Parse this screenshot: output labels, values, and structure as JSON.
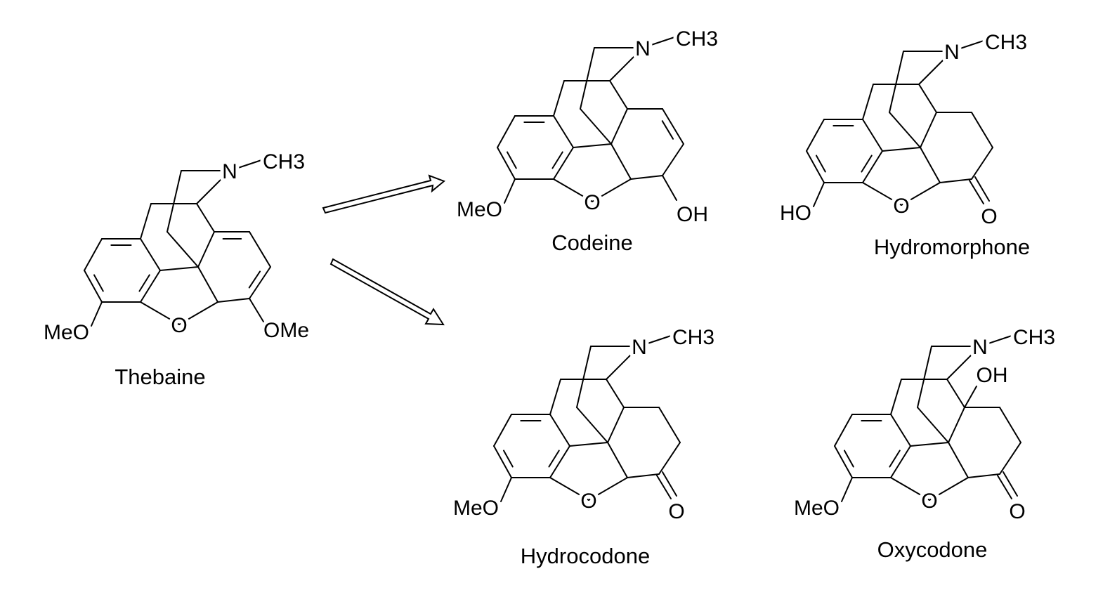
{
  "molecules": [
    {
      "id": "thebaine",
      "name": "Thebaine",
      "n": "N",
      "methyl": "CH3",
      "ring_o": "O",
      "left_sub": "MeO",
      "right_sub": "OMe"
    },
    {
      "id": "codeine",
      "name": "Codeine",
      "n": "N",
      "methyl": "CH3",
      "ring_o": "O",
      "left_sub": "MeO",
      "right_sub": "OH"
    },
    {
      "id": "hydromorphone",
      "name": "Hydromorphone",
      "n": "N",
      "methyl": "CH3",
      "ring_o": "O",
      "left_sub": "HO",
      "right_sub": "O"
    },
    {
      "id": "hydrocodone",
      "name": "Hydrocodone",
      "n": "N",
      "methyl": "CH3",
      "ring_o": "O",
      "left_sub": "MeO",
      "right_sub": "O"
    },
    {
      "id": "oxycodone",
      "name": "Oxycodone",
      "n": "N",
      "methyl": "CH3",
      "ring_o": "O",
      "left_sub": "MeO",
      "right_sub": "O",
      "extra_sub": "OH"
    }
  ],
  "arrows": [
    {
      "from": "thebaine",
      "to": "codeine"
    },
    {
      "from": "thebaine",
      "to": "hydrocodone"
    }
  ]
}
